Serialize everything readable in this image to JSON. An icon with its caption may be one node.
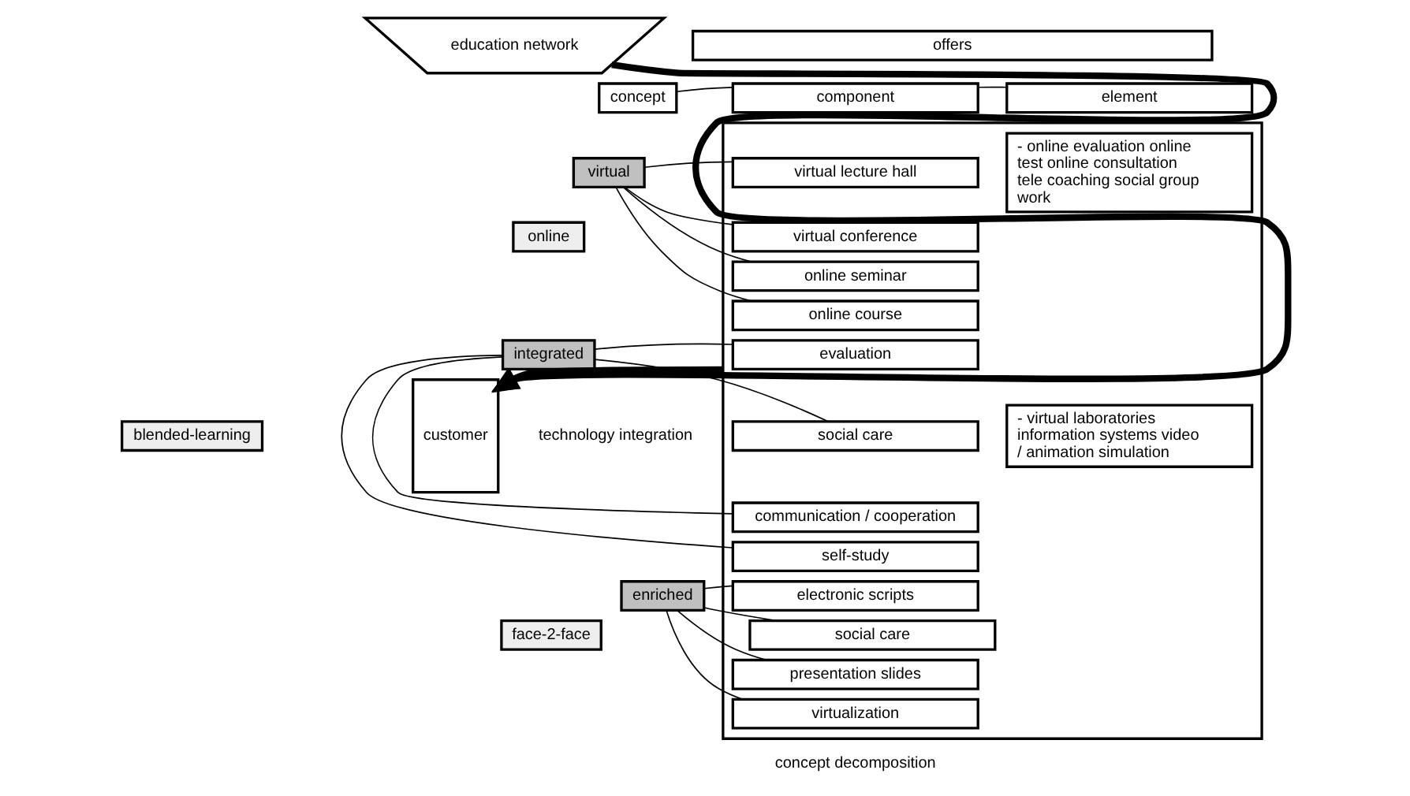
{
  "diagram": {
    "nodes": [
      {
        "text": [
          "education network"
        ]
      },
      {
        "text": [
          "offers"
        ]
      },
      {
        "text": [
          "concept"
        ]
      },
      {
        "text": [
          "component"
        ]
      },
      {
        "text": [
          "element"
        ]
      },
      {
        "text": [
          "virtual"
        ]
      },
      {
        "text": [
          "online"
        ]
      },
      {
        "text": [
          "integrated"
        ]
      },
      {
        "text": [
          "blended-learning"
        ]
      },
      {
        "text": [
          "enriched"
        ]
      },
      {
        "text": [
          "face-2-face"
        ]
      },
      {
        "text": [],
        "shape": "box"
      },
      {
        "text": [
          "virtual lecture hall"
        ],
        "in": 11
      },
      {
        "text": [
          "virtual conference"
        ],
        "in": 11
      },
      {
        "text": [
          "online seminar"
        ],
        "in": 11
      },
      {
        "text": [
          "online course"
        ],
        "in": 11
      },
      {
        "text": [
          "evaluation"
        ],
        "in": 11
      },
      {
        "text": [
          "social care"
        ],
        "in": 11
      },
      {
        "text": [
          "communication / cooperation"
        ],
        "in": 11
      },
      {
        "text": [
          "self-study"
        ],
        "in": 11
      },
      {
        "text": [
          "electronic scripts"
        ],
        "in": 11
      },
      {
        "text": [
          "social care"
        ],
        "in": 11
      },
      {
        "text": [
          "presentation slides"
        ],
        "in": 11
      },
      {
        "text": [
          "virtualization"
        ],
        "in": 11
      },
      {
        "text": [
          "- online evaluation online test online consultation tele coaching social group work"
        ],
        "in": 11
      },
      {
        "text": [
          "- virtual laboratories information systems video / animation simulation"
        ],
        "in": 11
      },
      {
        "text": [
          "customer"
        ]
      }
    ],
    "edges": [
      {
        "from": 0,
        "to": 26,
        "arrow": "to",
        "style": "thick"
      },
      {
        "from": 2,
        "to": 3,
        "arrow": "none"
      },
      {
        "from": 3,
        "to": 4,
        "arrow": "none"
      },
      {
        "from": 5,
        "to": 12,
        "arrow": "none"
      },
      {
        "from": 5,
        "to": 13,
        "arrow": "none"
      },
      {
        "from": 5,
        "to": 14,
        "arrow": "none"
      },
      {
        "from": 5,
        "to": 15,
        "arrow": "none"
      },
      {
        "from": 7,
        "to": 16,
        "arrow": "none"
      },
      {
        "from": 7,
        "to": 17,
        "arrow": "none"
      },
      {
        "from": 7,
        "to": 18,
        "arrow": "none"
      },
      {
        "from": 7,
        "to": 19,
        "arrow": "none"
      },
      {
        "from": 9,
        "to": 20,
        "arrow": "none"
      },
      {
        "from": 9,
        "to": 21,
        "arrow": "none"
      },
      {
        "from": 9,
        "to": 22,
        "arrow": "none"
      },
      {
        "from": 9,
        "to": 23,
        "arrow": "none"
      },
      {
        "from": 11,
        "to": 26,
        "arrow": "to",
        "style": "thick"
      }
    ],
    "labels": [
      "technology integration",
      "concept decomposition"
    ]
  }
}
